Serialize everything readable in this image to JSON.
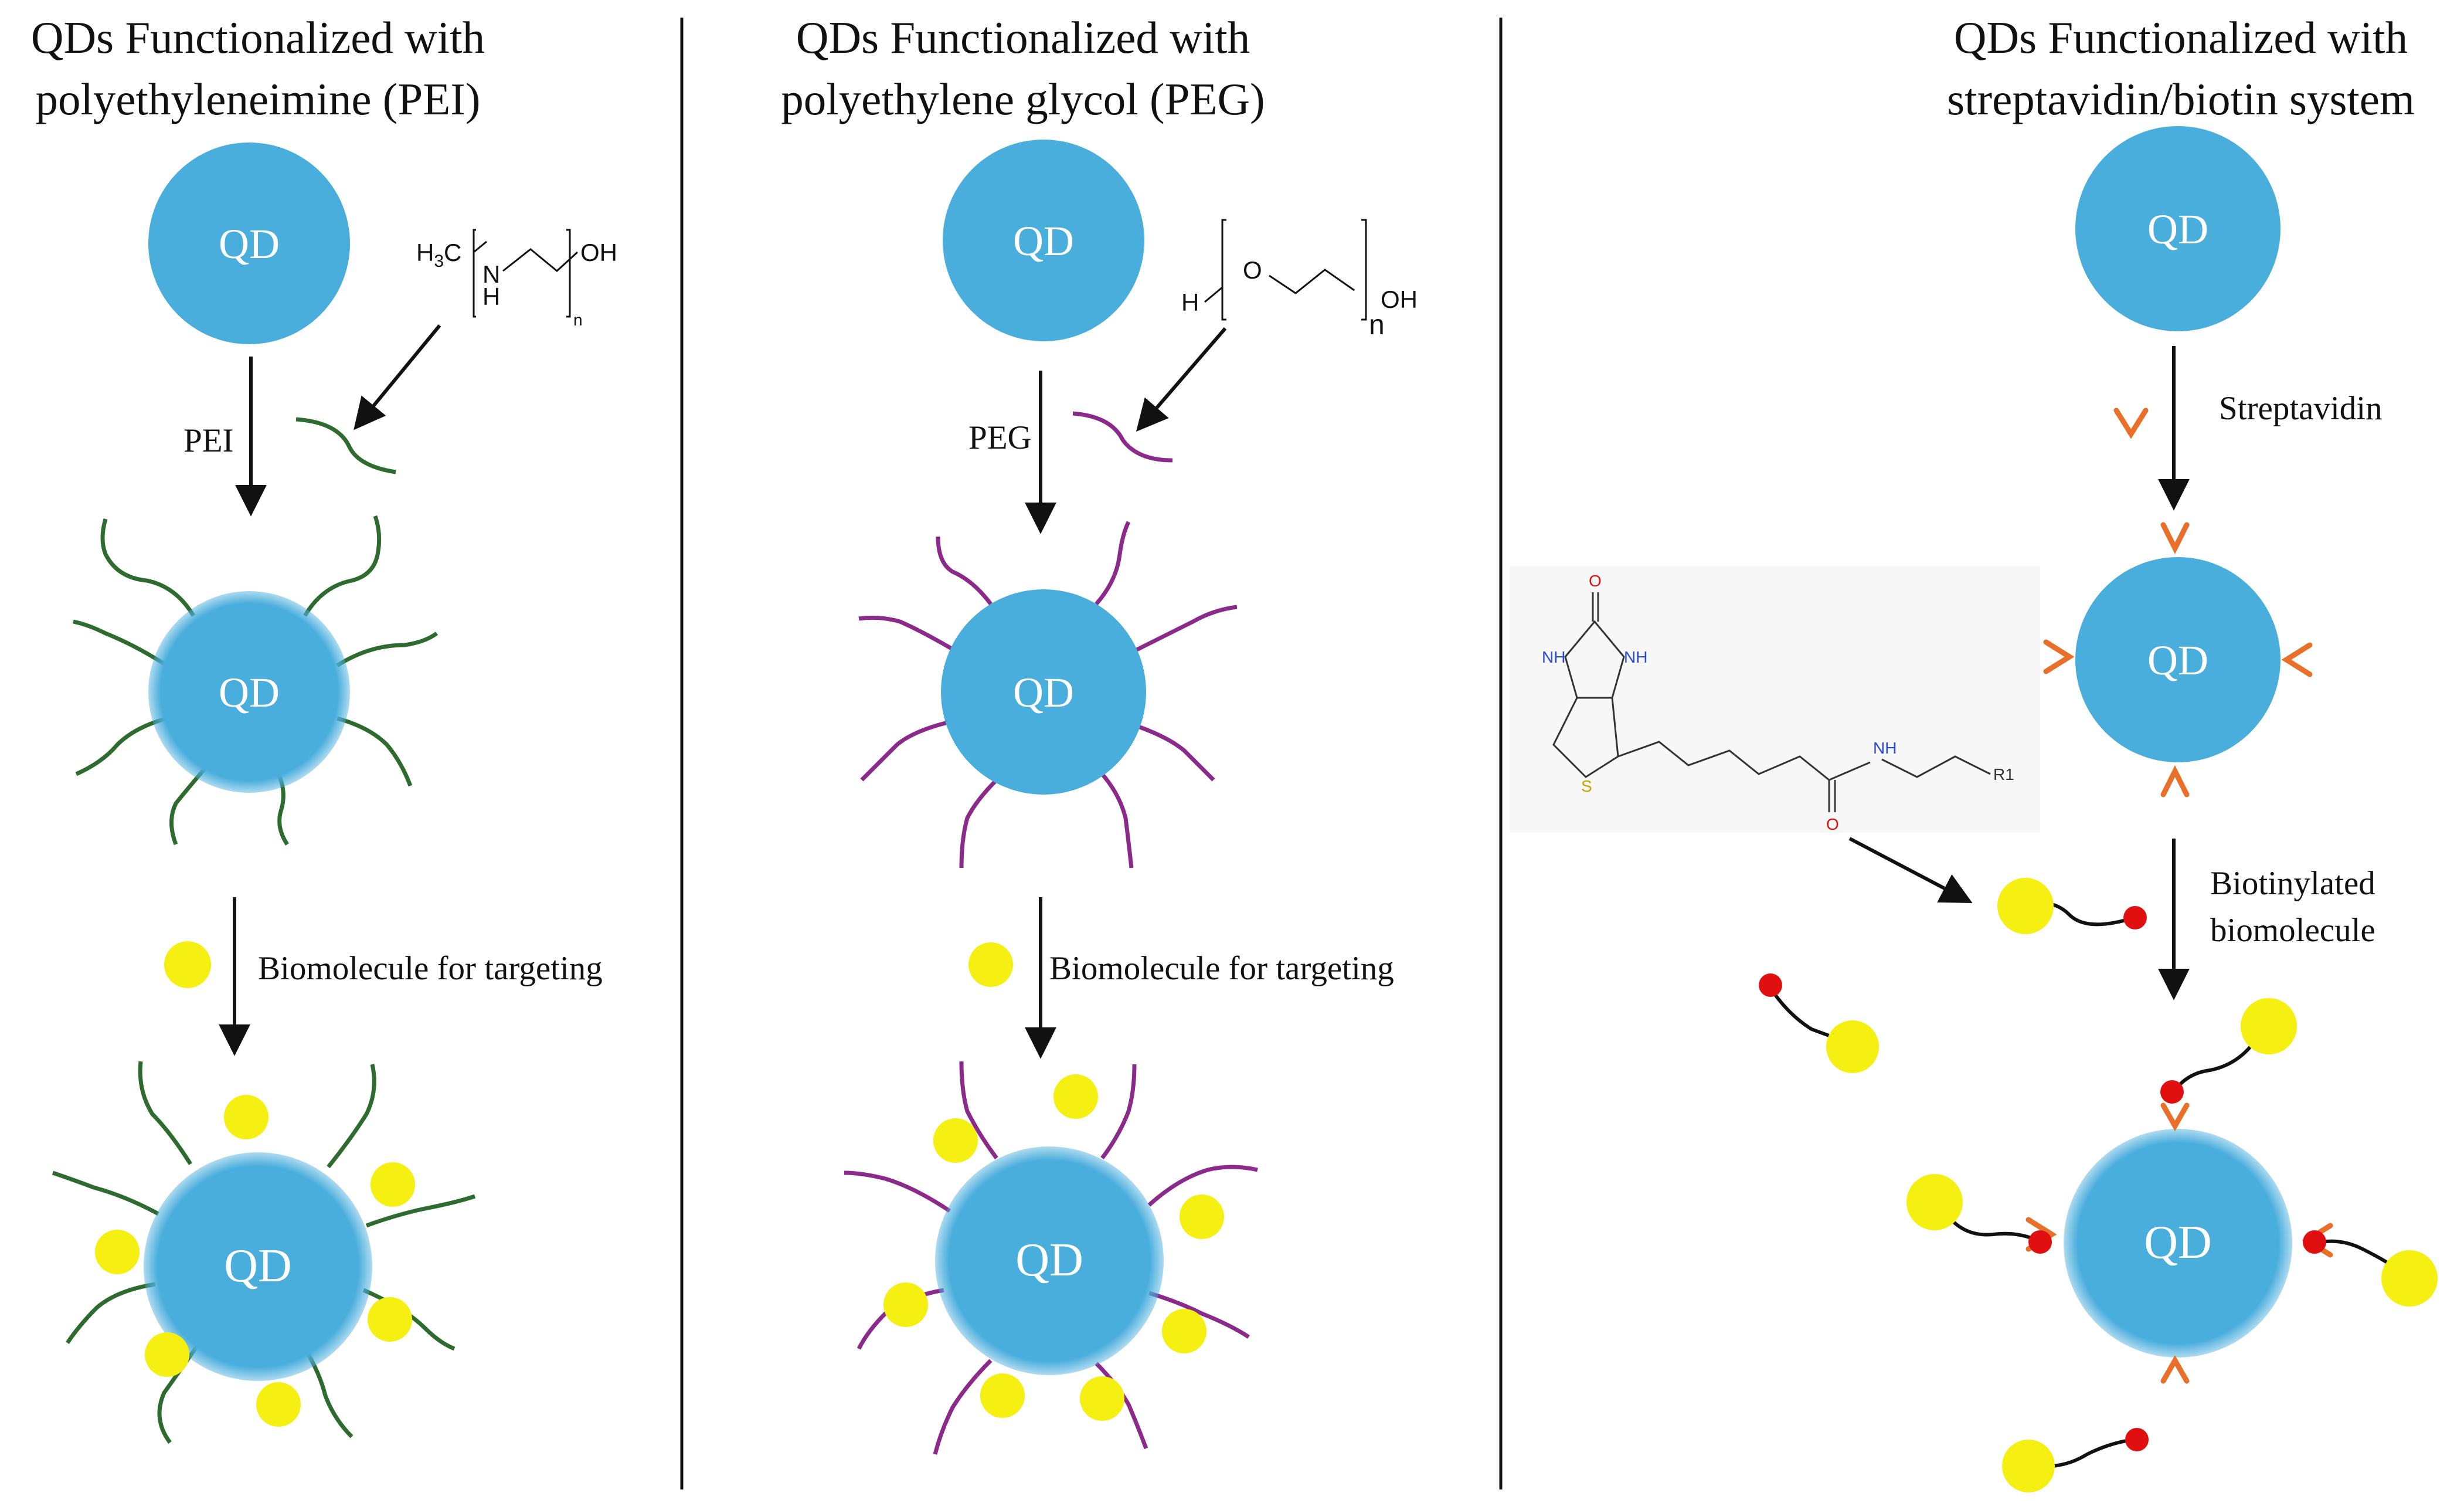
{
  "panels": {
    "pei": {
      "title_line1": "QDs Functionalized with",
      "title_line2": "polyethyleneimine (PEI)",
      "step1_label": "PEI",
      "step2_label": "Biomolecule for targeting",
      "qd_label": "QD",
      "formula": {
        "h3c": "H3C",
        "n": "N",
        "h": "H",
        "oh": "OH",
        "sub": "n"
      },
      "ligand_color": "#2e6b2e"
    },
    "peg": {
      "title_line1": "QDs Functionalized with",
      "title_line2": "polyethylene glycol (PEG)",
      "step1_label": "PEG",
      "step2_label": "Biomolecule for targeting",
      "qd_label": "QD",
      "formula": {
        "h": "H",
        "o": "O",
        "oh": "OH",
        "sub": "n"
      },
      "ligand_color": "#8b2a8b"
    },
    "streptavidin": {
      "title_line1": "QDs Functionalized with",
      "title_line2": "streptavidin/biotin system",
      "step1_label": "Streptavidin",
      "step2_label_line1": "Biotinylated",
      "step2_label_line2": "biomolecule",
      "qd_label": "QD",
      "biotin_structure": {
        "o_top": "O",
        "nh_left": "NH",
        "nh_right": "NH",
        "s": "S",
        "nh_amide": "NH",
        "o_amide": "O",
        "r1": "R1"
      },
      "streptavidin_color": "#e8702a"
    }
  },
  "colors": {
    "qd_fill": "#4aaedd",
    "biomolecule": "#f5ef12",
    "biotin_red": "#e01010",
    "divider": "#111111"
  }
}
